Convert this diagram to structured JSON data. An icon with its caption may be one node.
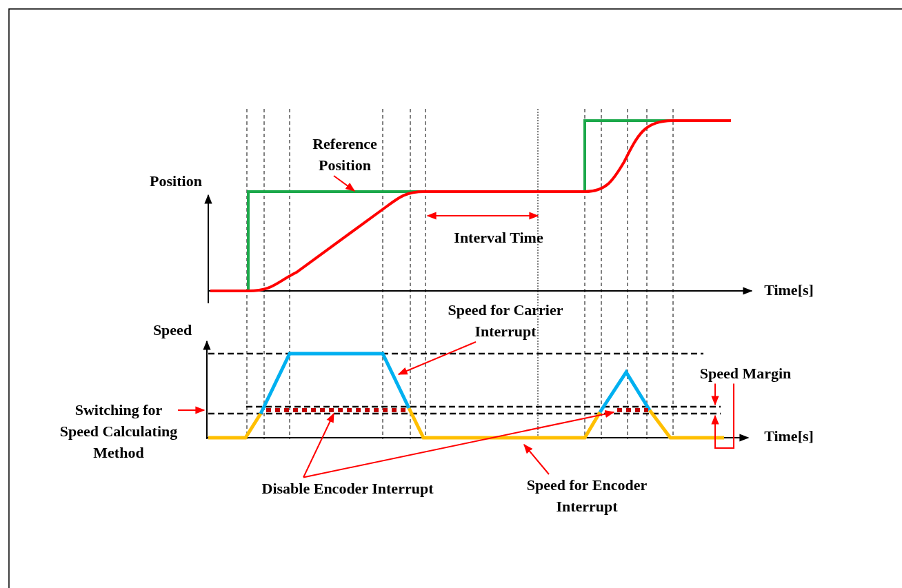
{
  "diagram": {
    "nodes": [
      {
        "text": [
          "Reference Position"
        ]
      },
      {
        "text": [
          "Speed for Carrier Interrupt"
        ]
      },
      {
        "text": [
          "Switching for Speed Calculating Method"
        ]
      },
      {
        "text": [
          "Disable Encoder Interrupt"
        ]
      },
      {
        "text": [
          "Speed for Encoder Interrupt"
        ]
      },
      {
        "text": [
          "Speed Margin"
        ]
      }
    ],
    "edges": [
      {
        "from": 0,
        "to": null,
        "arrow": "to"
      },
      {
        "from": 1,
        "to": null,
        "arrow": "to"
      },
      {
        "from": 2,
        "to": null,
        "arrow": "to"
      },
      {
        "from": 3,
        "to": null,
        "arrow": "to"
      },
      {
        "from": 3,
        "to": null,
        "arrow": "to"
      },
      {
        "from": 4,
        "to": null,
        "arrow": "to"
      },
      {
        "from": 5,
        "to": null,
        "arrow": "to"
      },
      {
        "from": 5,
        "to": null,
        "arrow": "to"
      }
    ],
    "labels": [
      "Position",
      "Interval Time",
      "Time[s]",
      "Speed",
      "Time[s]"
    ]
  }
}
